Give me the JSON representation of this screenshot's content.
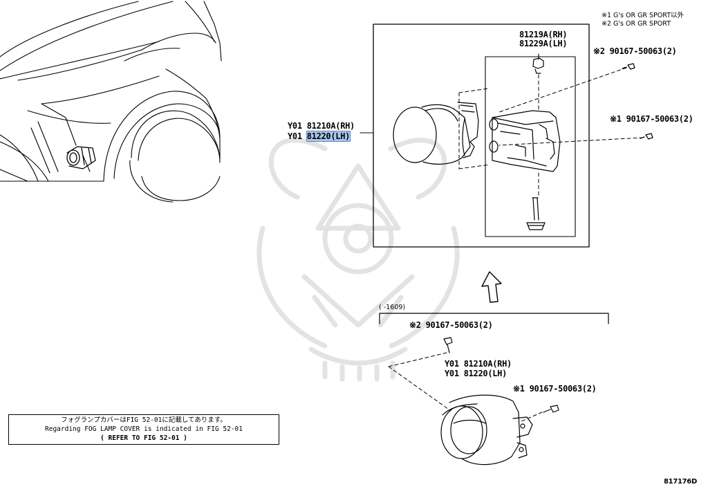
{
  "legend": {
    "note1": "※1 G's OR GR SPORT以外",
    "note2": "※2 G's OR GR SPORT"
  },
  "upper_box": {
    "bracket_rh": "81219A(RH)",
    "bracket_lh": "81229A(LH)",
    "screw_note2": "※2 90167-50063(2)",
    "screw_note1": "※1 90167-50063(2)"
  },
  "main_part": {
    "prefix": "Y01",
    "rh": "81210A(RH)",
    "lh": "81220(LH)"
  },
  "lower_group": {
    "date_range": "(   -1609)",
    "screw_note2": "※2 90167-50063(2)",
    "part_rh": "Y01 81210A(RH)",
    "part_lh": "Y01 81220(LH)",
    "screw_note1": "※1 90167-50063(2)"
  },
  "note_box": {
    "line1": "フォグランプカバーはFIG 52-01に記載してあります。",
    "line2": "Regarding FOG LAMP COVER is indicated in FIG 52-01",
    "line3": "( REFER TO FIG 52-01 )"
  },
  "figure_id": "817176D",
  "colors": {
    "highlight": "#a9c6ee",
    "line": "#000000",
    "watermark": "#e6e6e6"
  }
}
